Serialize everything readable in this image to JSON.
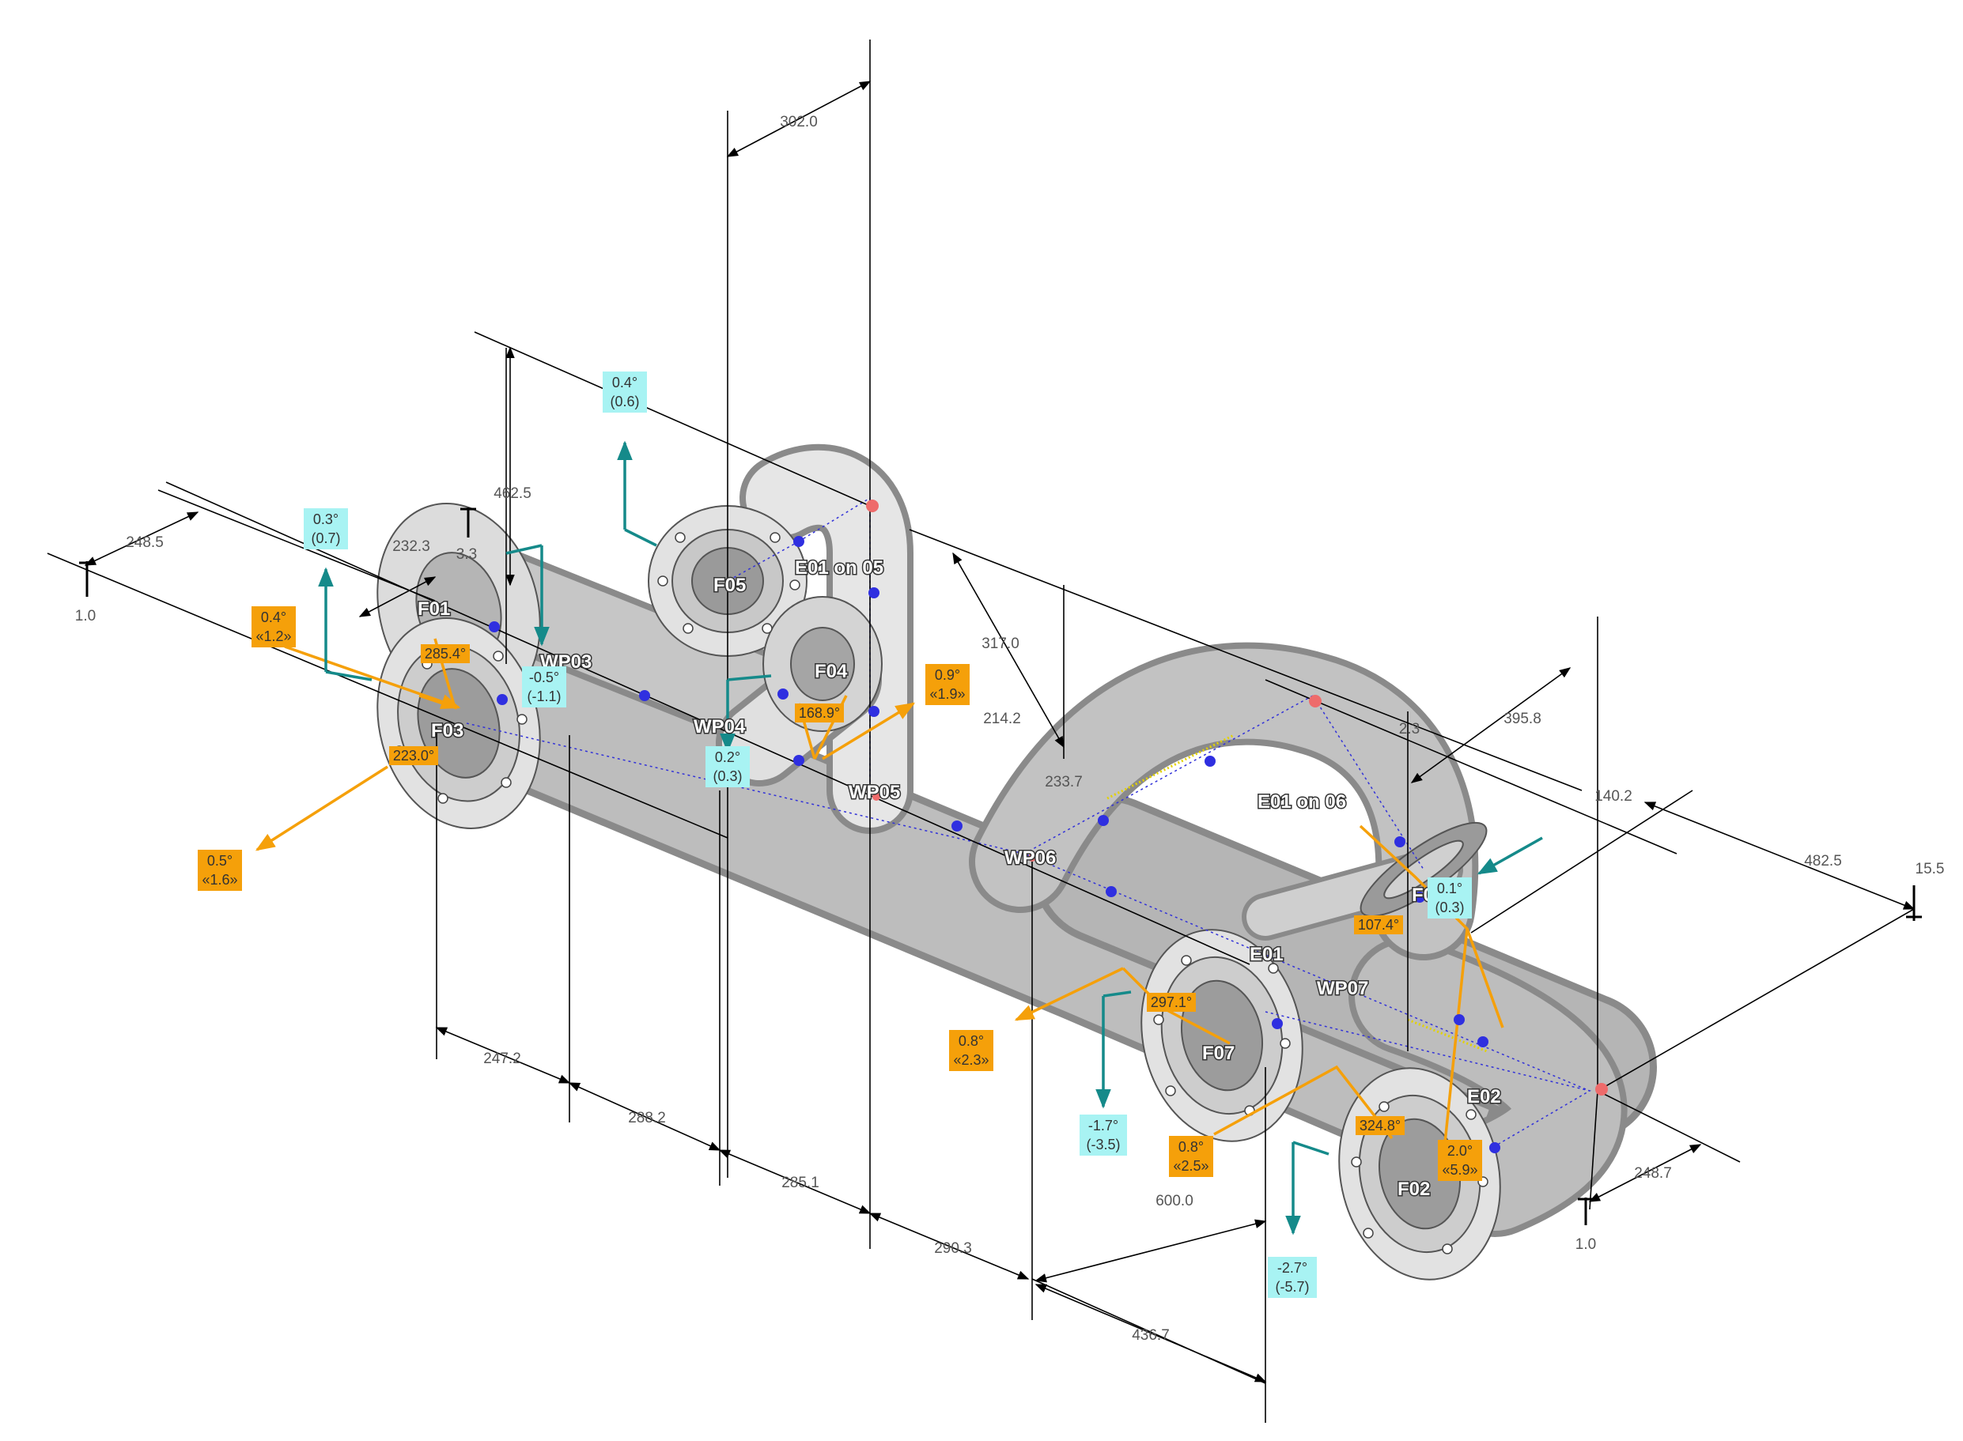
{
  "colors": {
    "pipe": "#a7a7a7",
    "pipe_dark": "#7c7c7c",
    "pipe_light": "#efefef",
    "orange": "#f5a00a",
    "teal": "#158a8a",
    "cyan_box": "#a8f3f3",
    "blue_point": "#2f2fe0",
    "red_point": "#ee6b6b",
    "center_line": "#3232d8"
  },
  "labels": {
    "F01": "F01",
    "F02": "F02",
    "F03": "F03",
    "F04": "F04",
    "F05": "F05",
    "F06": "F06",
    "F07": "F07",
    "WP03": "WP03",
    "WP04": "WP04",
    "WP05": "WP05",
    "WP06": "WP06",
    "WP07": "WP07",
    "E01": "E01",
    "E02": "E02",
    "E01_on_05": "E01 on 05",
    "E01_on_06": "E01 on 06"
  },
  "dimensions": {
    "d302": "302.0",
    "d462": "462.5",
    "d2485": "248.5",
    "d10_left": "1.0",
    "d2323": "232.3",
    "d33": "3.3",
    "d317": "317.0",
    "d2142": "214.2",
    "d2337": "233.7",
    "d23": "2.3",
    "d3958": "395.8",
    "d1402": "140.2",
    "d4825": "482.5",
    "d155": "15.5",
    "d2472": "247.2",
    "d2882": "288.2",
    "d2851": "285.1",
    "d2903": "290.3",
    "d6000": "600.0",
    "d4367": "436.7",
    "d2487": "248.7",
    "d10_right": "1.0"
  },
  "deviations_cyan": [
    {
      "a": "0.4°",
      "b": "(0.6)"
    },
    {
      "a": "0.3°",
      "b": "(0.7)"
    },
    {
      "a": "-0.5°",
      "b": "(-1.1)"
    },
    {
      "a": "0.2°",
      "b": "(0.3)"
    },
    {
      "a": "0.1°",
      "b": "(0.3)"
    },
    {
      "a": "-1.7°",
      "b": "(-3.5)"
    },
    {
      "a": "-2.7°",
      "b": "(-5.7)"
    }
  ],
  "deviations_orange": [
    {
      "a": "0.4°",
      "b": "«1.2»"
    },
    {
      "a": "0.5°",
      "b": "«1.6»"
    },
    {
      "a": "0.9°",
      "b": "«1.9»"
    },
    {
      "a": "0.8°",
      "b": "«2.3»"
    },
    {
      "a": "0.8°",
      "b": "«2.5»"
    },
    {
      "a": "2.0°",
      "b": "«5.9»"
    }
  ],
  "rotations": {
    "r2854": "285.4°",
    "r2230": "223.0°",
    "r1689": "168.9°",
    "r1074": "107.4°",
    "r2971": "297.1°",
    "r3248": "324.8°"
  }
}
